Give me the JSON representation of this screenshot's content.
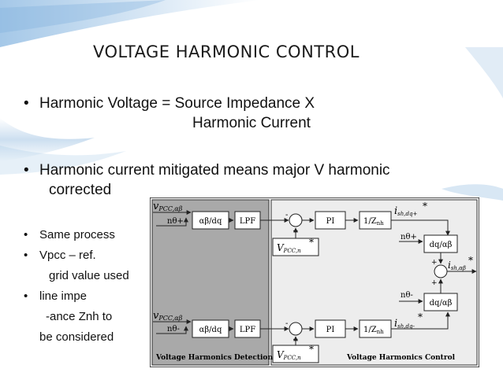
{
  "title": "VOLTAGE HARMONIC CONTROL",
  "bullets": {
    "b1_line1": "Harmonic Voltage = Source Impedance  X",
    "b1_line2": "Harmonic Current",
    "b2_line1": "Harmonic current mitigated means major V harmonic",
    "b2_line2": "corrected",
    "small": [
      "Same process",
      "Vpcc – ref.",
      "grid value used",
      "line impe",
      "-ance Znh  to",
      "be considered"
    ],
    "bullet_char": "•"
  },
  "diagram": {
    "left_panel_caption": "Voltage Harmonics Detection",
    "right_panel_caption": "Voltage Harmonics Control",
    "upper": {
      "in_v": "v",
      "in_v_sub": "PCC,αβ",
      "seq": "nθ+",
      "transform": "αβ/dq",
      "filter": "LPF",
      "pi": "PI",
      "imp": "1/Z",
      "imp_sub": "nh",
      "ref_v": "V",
      "ref_v_sub": "PCC,n",
      "ref_star": "*",
      "out_i": "i",
      "out_i_sub": "sh,dq+",
      "out_star": "*",
      "inv_seq": "nθ+",
      "inv_transform": "dq/αβ"
    },
    "lower": {
      "in_v": "v",
      "in_v_sub": "PCC,αβ",
      "seq": "nθ-",
      "transform": "αβ/dq",
      "filter": "LPF",
      "pi": "PI",
      "imp": "1/Z",
      "imp_sub": "nh",
      "ref_v": "V",
      "ref_v_sub": "PCC,n",
      "ref_star": "*",
      "out_i": "i",
      "out_i_sub": "sh,dq-",
      "out_star": "*",
      "inv_seq": "nθ-",
      "inv_transform": "dq/αβ"
    },
    "output": {
      "i": "i",
      "sub": "sh,αβ",
      "star": "*"
    },
    "sum_signs": {
      "minus": "-",
      "plus": "+"
    }
  }
}
